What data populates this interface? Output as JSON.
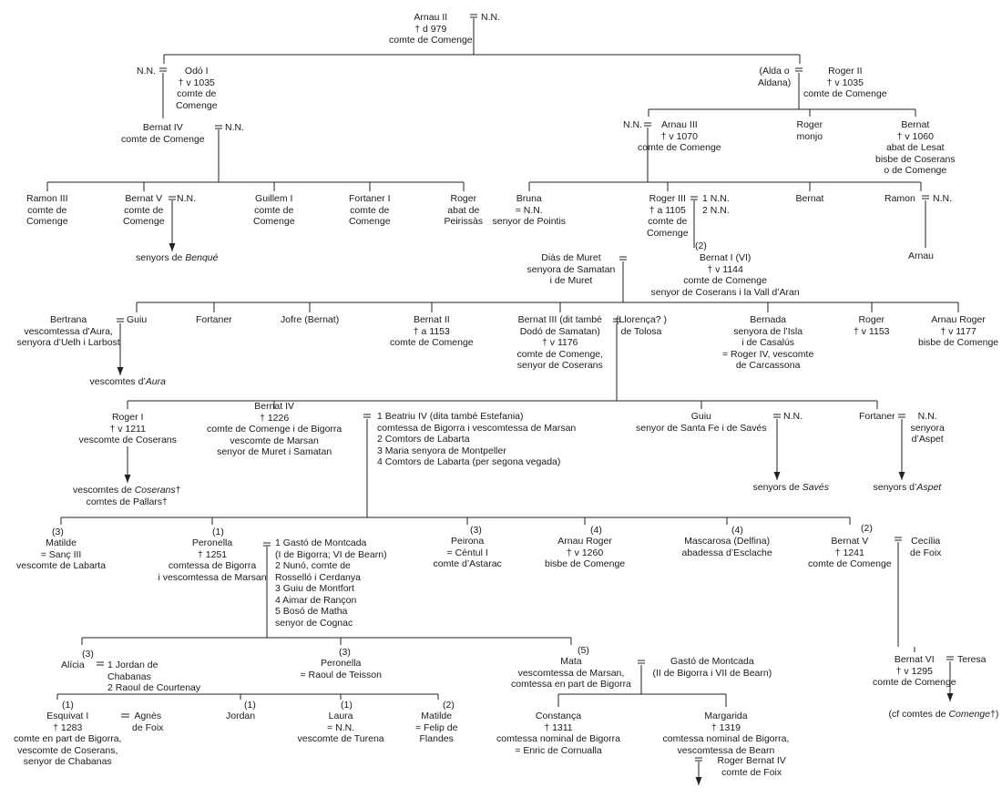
{
  "tree_nodes": {
    "arnau2": [
      "Arnau II",
      "† d 979",
      "comte de Comenge"
    ],
    "nn_arnau2": [
      "N.N."
    ],
    "nn_odo": [
      "N.N."
    ],
    "odo1": [
      "Odó I",
      "† v 1035",
      "comte de",
      "Comenge"
    ],
    "alda": [
      "(Alda o",
      "Aldana)"
    ],
    "roger2": [
      "Roger II",
      "† v 1035",
      "comte de Comenge"
    ],
    "bernat4a": [
      "Bernat IV",
      "comte de Comenge"
    ],
    "nn_bernat4a": [
      "N.N."
    ],
    "nn_arnau3": [
      "N.N."
    ],
    "arnau3": [
      "Arnau III",
      "† v 1070",
      "comte de Comenge"
    ],
    "roger_monjo": [
      "Roger",
      "monjo"
    ],
    "bernat_abat": [
      "Bernat",
      "† v 1060",
      "abat de Lesat",
      "bisbe de Coserans",
      "o de Comenge"
    ],
    "ramon3": [
      "Ramon III",
      "comte de",
      "Comenge"
    ],
    "bernat5a": [
      "Bernat V",
      "comte de",
      "Comenge"
    ],
    "nn_bernat5a": [
      "N.N."
    ],
    "guillem1": [
      "Guillem I",
      "comte de",
      "Comenge"
    ],
    "fortaner1": [
      "Fortaner I",
      "comte de",
      "Comenge"
    ],
    "roger_abat": [
      "Roger",
      "abat de",
      "Peirissàs"
    ],
    "bruna": [
      "Bruna",
      "= N.N.",
      "senyor de Pointis"
    ],
    "roger3": [
      "Roger III",
      "† a 1105",
      "comte de",
      "Comenge"
    ],
    "roger3_wives": [
      "1 N.N.",
      "2 N.N."
    ],
    "bernat_b": [
      "Bernat"
    ],
    "ramon": [
      "Ramon"
    ],
    "nn_ramon": [
      "N.N."
    ],
    "benque": [
      "senyors de Benqué"
    ],
    "arnau_leaf": [
      "Arnau"
    ],
    "dias": [
      "Diàs de Muret",
      "senyora de Samatan",
      "i de Muret"
    ],
    "bernat1_mark": [
      "(2)"
    ],
    "bernat1": [
      "Bernat I (VI)",
      "† v 1144",
      "comte de Comenge",
      "senyor de Coserans i la Vall d’Aran"
    ],
    "bertrana": [
      "Bertrana",
      "vescomtessa d’Aura,",
      "senyora d’Uelh i Larbost"
    ],
    "guiu_a": [
      "Guiu"
    ],
    "fortaner_a": [
      "Fortaner"
    ],
    "jofre": [
      "Jofre (Bernat)"
    ],
    "bernat2": [
      "Bernat II",
      "† a 1153",
      "comte de Comenge"
    ],
    "bernat3": [
      "Bernat III (dit també",
      "Dodó de Samatan)",
      "† v 1176",
      "comte de Comenge,",
      "senyor de Coserans"
    ],
    "llorenca": [
      "(Llorença? )",
      "de Tolosa"
    ],
    "bernada": [
      "Bernada",
      "senyora de l’Isla",
      "i de Casalús",
      "= Roger IV, vescomte",
      "de Carcassona"
    ],
    "roger_1153": [
      "Roger",
      "† v 1153"
    ],
    "arnau_roger_a": [
      "Arnau Roger",
      "† v 1177",
      "bisbe de Comenge"
    ],
    "aura": [
      "vescomtes d’Aura"
    ],
    "roger1": [
      "Roger I",
      "† v 1211",
      "vescomte de Coserans"
    ],
    "bernat4b": [
      "Bernat IV",
      "† 1226",
      "comte de Comenge i de Bigorra",
      "vescomte de Marsan",
      "senyor de Muret i Samatan"
    ],
    "beatriu": [
      "1 Beatriu IV (dita també Estefania)",
      "comtessa de Bigorra i vescomtessa de Marsan",
      "2 Comtors de Labarta",
      "3 Maria senyora de Montpeller",
      "4 Comtors de Labarta (per segona vegada)"
    ],
    "guiu_b": [
      "Guiu",
      "senyor de Santa Fe i de Savés"
    ],
    "nn_guiu_b": [
      "N.N."
    ],
    "fortaner_b": [
      "Fortaner"
    ],
    "nn_aspet": [
      "N.N.",
      "senyora",
      "d’Aspet"
    ],
    "coserans": [
      "vescomtes de Coserans†",
      "comtes de Pallars†"
    ],
    "saves": [
      "senyors de Savés"
    ],
    "aspet": [
      "senyors d’Aspet"
    ],
    "matilde_a_mark": [
      "(3)"
    ],
    "matilde_a": [
      "Matilde",
      "= Sanç III",
      "vescomte de Labarta"
    ],
    "peronella_a_mark": [
      "(1)"
    ],
    "peronella_a": [
      "Peronella",
      "† 1251",
      "comtessa de Bigorra",
      "i vescomtessa de Marsan"
    ],
    "gasto": [
      "1 Gastó de Montcada",
      "  (I de Bigorra; VI de Bearn)",
      "2 Nunó, comte de",
      "  Rosselló i Cerdanya",
      "3 Guiu de Montfort",
      "4 Aimar de Rançon",
      "5 Bosó de Matha",
      "  senyor de Cognac"
    ],
    "peirona_mark": [
      "(3)"
    ],
    "peirona": [
      "Peirona",
      "= Cèntul I",
      "comte d’Astarac"
    ],
    "arnau_roger_b_mark": [
      "(4)"
    ],
    "arnau_roger_b": [
      "Arnau Roger",
      "† v 1260",
      "bisbe de Comenge"
    ],
    "mascarosa_mark": [
      "(4)"
    ],
    "mascarosa": [
      "Mascarosa (Delfina)",
      "abadessa d’Esclache"
    ],
    "bernat5b_mark": [
      "(2)"
    ],
    "bernat5b": [
      "Bernat V",
      "† 1241",
      "comte de Comenge"
    ],
    "cecilia": [
      "Cecília",
      "de Foix"
    ],
    "alicia_mark": [
      "(3)"
    ],
    "alicia": [
      "Alícia"
    ],
    "alicia_husbands": [
      "1 Jordan de",
      "  Chabanas",
      "2 Raoul de Courtenay"
    ],
    "peronella_b_mark": [
      "(3)"
    ],
    "peronella_b": [
      "Peronella",
      "= Raoul de Teisson"
    ],
    "mata_mark": [
      "(5)"
    ],
    "mata": [
      "Mata",
      "vescomtessa de Marsan,",
      "comtessa en part de Bigorra"
    ],
    "gasto_b": [
      "Gastó de Montcada",
      "(II de Bigorra i VII de Bearn)"
    ],
    "bernat6": [
      "Bernat VI",
      "† v 1295",
      "comte de Comenge"
    ],
    "teresa": [
      "Teresa"
    ],
    "comenge": [
      "(cf comtes de Comenge†)"
    ],
    "esquivat_mark": [
      "(1)"
    ],
    "esquivat": [
      "Esquivat I",
      "† 1283",
      "comte en part de Bigorra,",
      "vescomte de Coserans,",
      "senyor de Chabanas"
    ],
    "agnes": [
      "Agnès",
      "de Foix"
    ],
    "jordan_mark": [
      "(1)"
    ],
    "jordan": [
      "Jordan"
    ],
    "laura_mark": [
      "(1)"
    ],
    "laura": [
      "Laura",
      "= N.N.",
      "vescomte de Turena"
    ],
    "matilde_b_mark": [
      "(2)"
    ],
    "matilde_b": [
      "Matilde",
      "= Felip de",
      "Flandes"
    ],
    "constanca": [
      "Constança",
      "† 1311",
      "comtessa nominal de Bigorra",
      "= Enric de Cornualla"
    ],
    "margarida": [
      "Margarida",
      "† 1319",
      "comtessa nominal de Bigorra,",
      "vescomtessa de Bearn"
    ],
    "roger_bernat": [
      "Roger Bernat IV",
      "comte de Foix"
    ]
  }
}
